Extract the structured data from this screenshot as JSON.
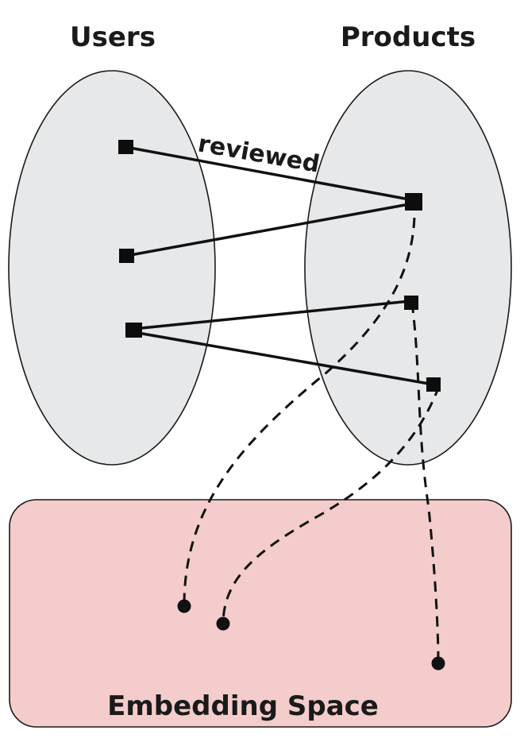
{
  "users_title": "Users",
  "products_title": "Products",
  "edge_label": "reviewed",
  "embedding_title": "Embedding Space",
  "colors": {
    "set_fill": "#e6e8e9",
    "embedding_fill": "#f4cccc",
    "ink": "#111111"
  }
}
